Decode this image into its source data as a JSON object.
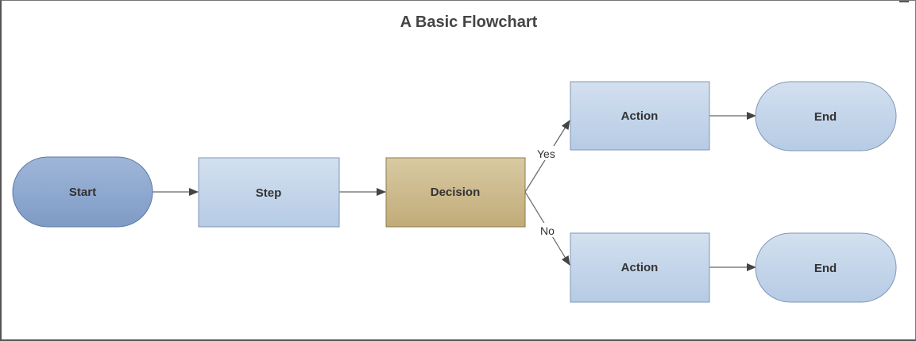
{
  "title": "A Basic Flowchart",
  "nodes": {
    "start": "Start",
    "step": "Step",
    "decision": "Decision",
    "action_yes": "Action",
    "action_no": "Action",
    "end_yes": "End",
    "end_no": "End"
  },
  "edges": {
    "yes_label": "Yes",
    "no_label": "No"
  },
  "colors": {
    "start_fill_top": "#9bb3d6",
    "start_fill_bottom": "#7f9dc7",
    "box_fill_top": "#cfdced",
    "box_fill_bottom": "#b8cde6",
    "decision_fill_top": "#d6c69e",
    "decision_fill_bottom": "#c3ae7c",
    "connector": "#666666",
    "arrowhead": "#444444"
  }
}
